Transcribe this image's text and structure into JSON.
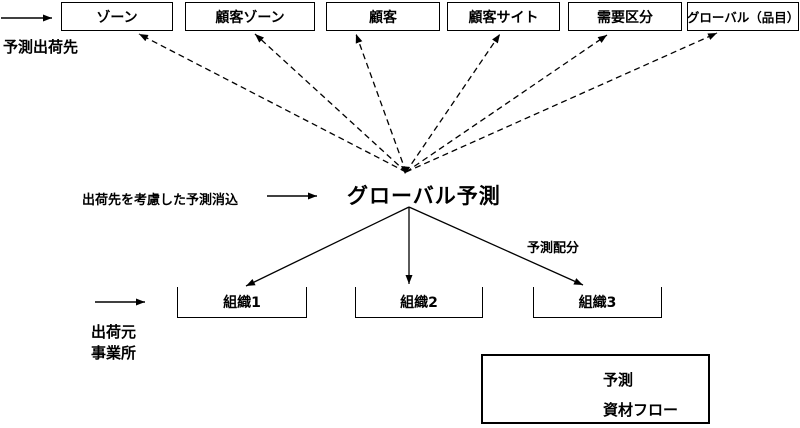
{
  "diagram": {
    "top_row_label": "予測出荷先",
    "top_boxes": [
      {
        "label": "ゾーン"
      },
      {
        "label": "顧客ゾーン"
      },
      {
        "label": "顧客"
      },
      {
        "label": "顧客サイト"
      },
      {
        "label": "需要区分"
      },
      {
        "label": "グローバル（品目）"
      }
    ],
    "center_node_label": "グローバル予測",
    "consume_label": "出荷先を考慮した予測消込",
    "allocation_label": "予測配分",
    "bottom_boxes": [
      {
        "label": "組織1"
      },
      {
        "label": "組織2"
      },
      {
        "label": "組織3"
      }
    ],
    "source_label_line1": "出荷元",
    "source_label_line2": "事業所",
    "legend": {
      "forecast_label": "予測",
      "material_flow_label": "資材フロー"
    },
    "colors": {
      "ink": "#000000",
      "background": "#ffffff"
    }
  }
}
